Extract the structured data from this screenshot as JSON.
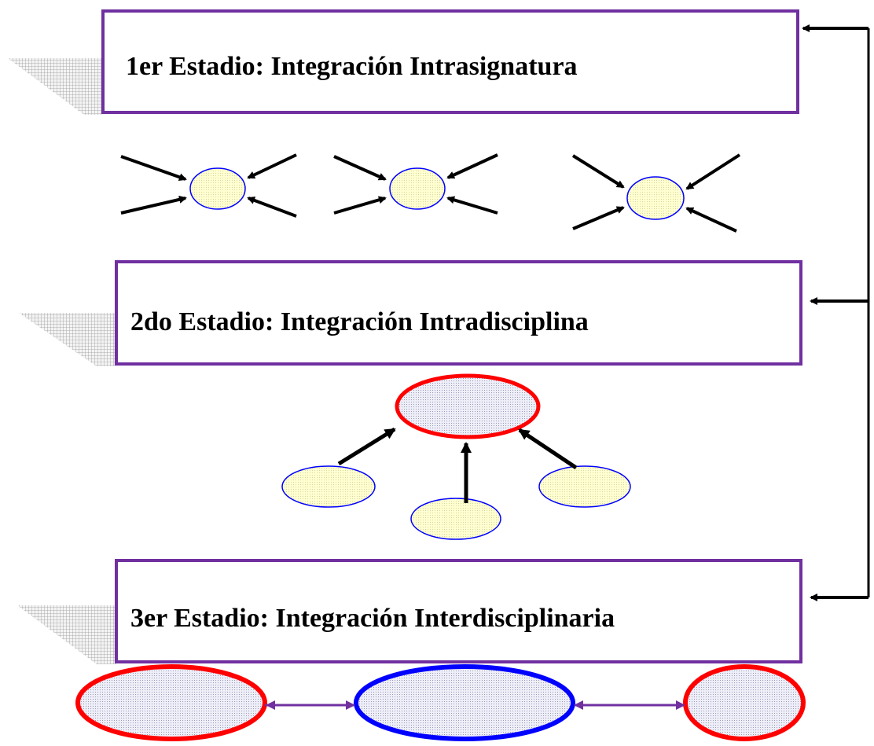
{
  "stages": [
    {
      "label": "1er Estadio: Integración Intrasignatura"
    },
    {
      "label": "2do Estadio: Integración Intradisciplina"
    },
    {
      "label": "3er Estadio: Integración Interdisciplinaria"
    }
  ],
  "colors": {
    "box_border": "#7030A0",
    "arrow": "#000000",
    "small_node_fill": "#FFFFCC",
    "small_node_border": "#0000FF",
    "dotted_fill": "#DCDCF0",
    "red_border": "#FF0000",
    "blue_border": "#0000FF",
    "link_arrow": "#7030A0",
    "shadow_fill": "#B4B4B4"
  }
}
